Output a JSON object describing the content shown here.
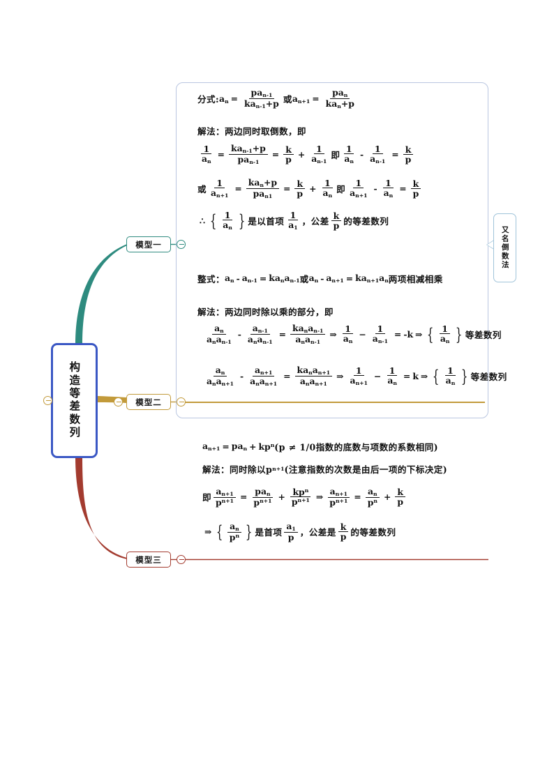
{
  "root": {
    "label": "构造等差数列"
  },
  "branches": [
    {
      "id": "model-1",
      "label": "模型一",
      "color": "#2e8b7f"
    },
    {
      "id": "model-2",
      "label": "模型二",
      "color": "#c29a3a"
    },
    {
      "id": "model-3",
      "label": "模型三",
      "color": "#a33b2f"
    }
  ],
  "callout": {
    "label": "又名倒数法"
  },
  "model1": {
    "line1_label": "分式:",
    "line1_lhs": "a",
    "line1_lhs_sub": "n",
    "f1_num": "pa",
    "f1_num_sub": "n-1",
    "f1_den": "ka",
    "f1_den_sub": "n-1",
    "f1_den_tail": "+p",
    "conj": "或",
    "line1_lhs2": "a",
    "line1_lhs2_sub": "n+1",
    "f2_num": "pa",
    "f2_num_sub": "n",
    "f2_den": "ka",
    "f2_den_sub": "n",
    "f2_den_tail": "+p",
    "method_label": "解法：",
    "method_text": "两边同时取倒数，即",
    "eq2_a_num": "1",
    "eq2_a_den": "a",
    "eq2_a_den_sub": "n",
    "eq2_b_num": "ka",
    "eq2_b_num_sub": "n-1",
    "eq2_b_num_tail": "+p",
    "eq2_b_den": "pa",
    "eq2_b_den_sub": "n-1",
    "eq2_c_num": "k",
    "eq2_c_den": "p",
    "eq2_d_num": "1",
    "eq2_d_den": "a",
    "eq2_d_den_sub": "n-1",
    "ji": "即",
    "eq2_e_num": "1",
    "eq2_e_den": "a",
    "eq2_e_den_sub": "n",
    "eq2_f_num": "1",
    "eq2_f_den": "a",
    "eq2_f_den_sub": "n-1",
    "eq2_g_num": "k",
    "eq2_g_den": "p",
    "huo": "或",
    "eq3_a_num": "1",
    "eq3_a_den": "a",
    "eq3_a_den_sub": "n+1",
    "eq3_b_num": "ka",
    "eq3_b_num_sub": "n",
    "eq3_b_num_tail": "+p",
    "eq3_b_den": "pa",
    "eq3_b_den_sub": "n1",
    "eq3_c_num": "k",
    "eq3_c_den": "p",
    "eq3_d_num": "1",
    "eq3_d_den": "a",
    "eq3_d_den_sub": "n",
    "eq3_e_num": "1",
    "eq3_e_den": "a",
    "eq3_e_den_sub": "n+1",
    "eq3_f_num": "1",
    "eq3_f_den": "a",
    "eq3_f_den_sub": "n",
    "eq3_g_num": "k",
    "eq3_g_den": "p",
    "concl_sym": "∴",
    "concl_seq_num": "1",
    "concl_seq_den": "a",
    "concl_seq_den_sub": "n",
    "concl_t1": "是以首项",
    "concl_first_num": "1",
    "concl_first_den": "a",
    "concl_first_den_sub": "1",
    "concl_t2": "，公差",
    "concl_d_num": "k",
    "concl_d_den": "p",
    "concl_t3": "的等差数列"
  },
  "model2": {
    "line1_label": "整式：",
    "line1": "a",
    "l1_s1": "n",
    "l1_s2": "n-1",
    "l1_s3": "n",
    "l1_s4": "n-1",
    "l1_s5": "n",
    "l1_s6": "n+1",
    "l1_s7": "n+1",
    "l1_s8": "n",
    "line1_tail": "两项相减相乘",
    "method_label": "解法：",
    "method_text": "两边同时除以乘的部分，即",
    "r1_f1_num": "a",
    "r1_f1_num_sub": "n",
    "r1_f1_den": "a",
    "r1_f1_den_sub1": "n",
    "r1_f1_den_sub2": "n-1",
    "r1_f2_num": "a",
    "r1_f2_num_sub": "n-1",
    "r1_f2_den": "a",
    "r1_f2_den_sub1": "n",
    "r1_f2_den_sub2": "n-1",
    "r1_f3_num": "ka",
    "r1_f3_num_sub1": "n",
    "r1_f3_num_sub2": "n-1",
    "r1_f3_den": "a",
    "r1_f3_den_sub1": "n",
    "r1_f3_den_sub2": "n-1",
    "r1_f4_num": "1",
    "r1_f4_den": "a",
    "r1_f4_den_sub": "n",
    "r1_f5_num": "1",
    "r1_f5_den": "a",
    "r1_f5_den_sub": "n-1",
    "r1_rhs": "-k",
    "r1_seq_num": "1",
    "r1_seq_den": "a",
    "r1_seq_den_sub": "n",
    "r1_tail": "等差数列",
    "r2_f1_num": "a",
    "r2_f1_num_sub": "n",
    "r2_f1_den": "a",
    "r2_f1_den_sub1": "n",
    "r2_f1_den_sub2": "n+1",
    "r2_f2_num": "a",
    "r2_f2_num_sub": "n+1",
    "r2_f2_den": "a",
    "r2_f2_den_sub1": "n",
    "r2_f2_den_sub2": "n+1",
    "r2_f3_num": "ka",
    "r2_f3_num_sub1": "n",
    "r2_f3_num_sub2": "n+1",
    "r2_f3_den": "a",
    "r2_f3_den_sub1": "n",
    "r2_f3_den_sub2": "n+1",
    "r2_f4_num": "1",
    "r2_f4_den": "a",
    "r2_f4_den_sub": "n+1",
    "r2_f5_num": "1",
    "r2_f5_den": "a",
    "r2_f5_den_sub": "n",
    "r2_rhs": "k",
    "r2_seq_num": "1",
    "r2_seq_den": "a",
    "r2_seq_den_sub": "n",
    "r2_tail": "等差数列"
  },
  "model3": {
    "l1_a": "a",
    "l1_a_sub": "n+1",
    "l1_b": "pa",
    "l1_b_sub": "n",
    "l1_c": "kp",
    "l1_c_sup": "n",
    "l1_cond": "(p ≠ 1/0指数的底数与项数的系数相同)",
    "method_label": "解法：",
    "method_text_a": "同时除以p",
    "method_sup": "n+1",
    "method_text_b": "(注意指数的次数是由后一项的下标决定)",
    "ji": "即",
    "e1_num": "a",
    "e1_num_sub": "n+1",
    "e1_den": "p",
    "e1_den_sup": "n+1",
    "e2_num": "pa",
    "e2_num_sub": "n",
    "e2_den": "p",
    "e2_den_sup": "n+1",
    "e3_num": "kp",
    "e3_num_sup": "n",
    "e3_den": "p",
    "e3_den_sup": "n+1",
    "e4_num": "a",
    "e4_num_sub": "n+1",
    "e4_den": "p",
    "e4_den_sup": "n+1",
    "e5_num": "a",
    "e5_num_sub": "n",
    "e5_den": "p",
    "e5_den_sup": "n",
    "e6_num": "k",
    "e6_den": "p",
    "c_seq_num": "a",
    "c_seq_num_sub": "n",
    "c_seq_den": "p",
    "c_seq_den_sup": "n",
    "c_t1": "是首项",
    "c_first_num": "a",
    "c_first_num_sub": "1",
    "c_first_den": "p",
    "c_t2": "，公差是",
    "c_d_num": "k",
    "c_d_den": "p",
    "c_t3": "的等差数列"
  }
}
